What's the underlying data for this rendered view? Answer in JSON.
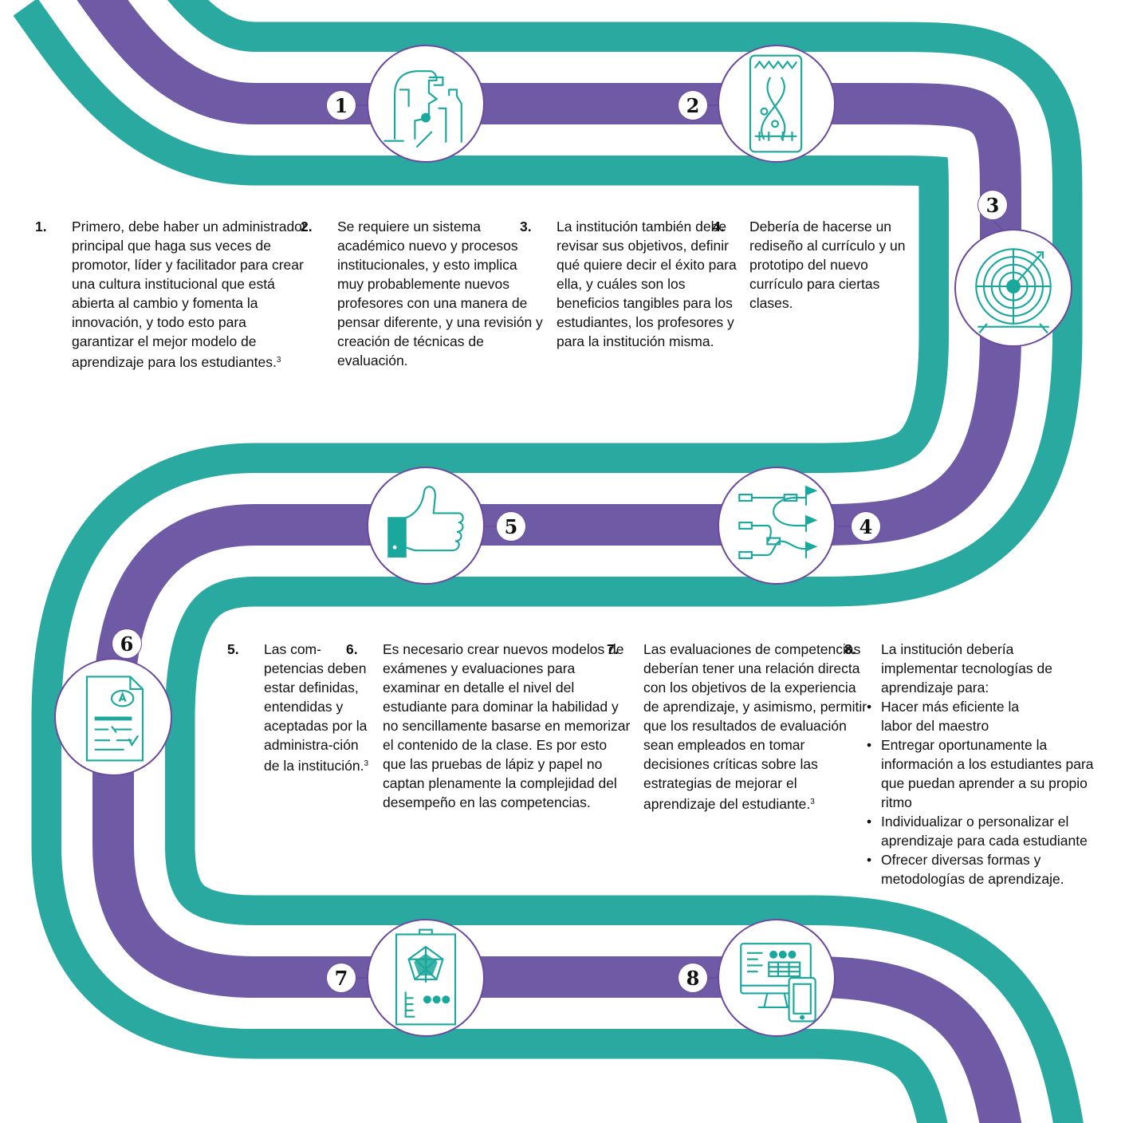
{
  "colors": {
    "teal": "#2aa9a1",
    "purple": "#6f5aa6",
    "outline": "#6b4a9e",
    "icon": "#1aa79c"
  },
  "badges": [
    "1",
    "2",
    "3",
    "4",
    "5",
    "6",
    "7",
    "8"
  ],
  "icons": [
    "team-leader-icon",
    "roadmap-tablet-icon",
    "target-radar-icon",
    "flowchart-flags-icon",
    "thumbs-up-icon",
    "graded-exam-icon",
    "radar-chart-report-icon",
    "computer-tablet-icon"
  ],
  "steps": [
    {
      "num": "1.",
      "text": "Primero, debe haber un administrador principal que haga sus veces de promotor, líder y facilitador para crear una cultura institucional que está abierta al cambio y fomenta la innovación, y todo esto para garantizar el mejor modelo de aprendizaje para los estudiantes.",
      "ref": "3"
    },
    {
      "num": "2.",
      "text": "Se requiere un sistema académico nuevo y procesos institucionales, y esto implica muy probablemente nuevos profesores con una manera de pensar diferente, y una revisión y creación de técnicas de evaluación."
    },
    {
      "num": "3.",
      "text": "La institución también debe revisar sus objetivos, definir qué quiere decir el éxito para ella, y cuáles son los beneficios tangibles para los estudiantes, los profesores y para la institución misma."
    },
    {
      "num": "4.",
      "text": "Debería de hacerse un rediseño al currículo y un prototipo del nuevo currículo para ciertas clases."
    },
    {
      "num": "5.",
      "text": "Las com-petencias deben estar definidas, entendidas y aceptadas por la administra-ción de la institución.",
      "ref": "3"
    },
    {
      "num": "6.",
      "text": "Es necesario crear nuevos modelos de exámenes y evaluaciones para examinar en detalle el nivel del estudiante para dominar la habilidad y no sencillamente basarse en memorizar el contenido de la clase. Es por esto que las pruebas de lápiz y papel no captan plenamente la complejidad del desempeño en las competencias."
    },
    {
      "num": "7.",
      "text": "Las evaluaciones de competencias deberían tener una relación directa con los objetivos de la experiencia de aprendizaje, y asimismo, permitir que los resultados de evaluación sean empleados en tomar decisiones críticas sobre las estrategias de mejorar el aprendizaje del estudiante.",
      "ref": "3"
    },
    {
      "num": "8.",
      "text": "La institución debería implementar tecnologías de aprendizaje para:",
      "bullets": [
        "Hacer más eficiente la labor del maestro",
        "Entregar oportunamente la información a los estudiantes para que puedan aprender a su propio ritmo",
        "Individualizar o personalizar el aprendizaje para cada estudiante",
        "Ofrecer diversas formas y metodologías de aprendizaje."
      ]
    }
  ]
}
